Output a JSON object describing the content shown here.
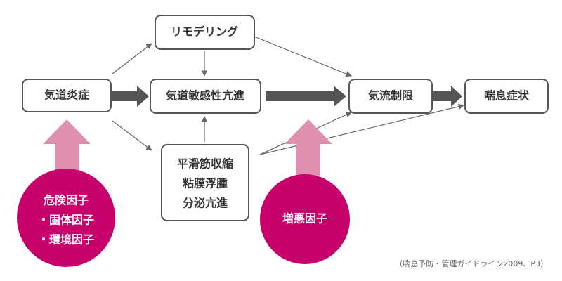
{
  "nodes": {
    "airway_inflammation": "気道炎症",
    "remodeling": "リモデリング",
    "airway_hyperresponsiveness": "気道敏感性亢進",
    "airflow_limitation": "気流制限",
    "asthma_symptoms": "喘息症状",
    "smooth_muscle_mucus": [
      "平滑筋収縮",
      "粘膜浮腫",
      "分泌亢進"
    ]
  },
  "factors": {
    "risk": [
      "危険因子",
      "・固体因子",
      "・環境因子"
    ],
    "aggravating": "増悪因子"
  },
  "source": "（喘息予防・管理ガイドライン2009、P3）",
  "colors": {
    "box_stroke": "#555555",
    "thick_arrow": "#555555",
    "thin_arrow": "#666666",
    "pink_arrow": "#df8fb0",
    "factor_circle": "#c8006b"
  }
}
